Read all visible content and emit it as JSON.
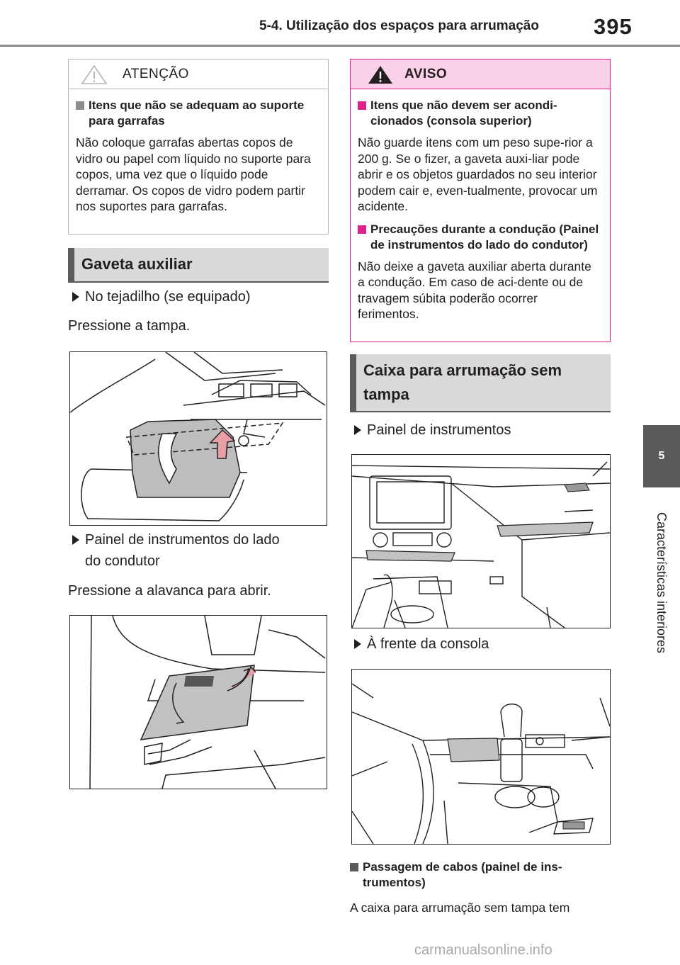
{
  "header": {
    "title": "5-4. Utilização dos espaços para arrumação",
    "page": "395"
  },
  "side_tab": {
    "number": "5",
    "label": "Características interiores"
  },
  "attention": {
    "label": "ATENÇÃO",
    "title": "Itens que não se adequam ao suporte para garrafas",
    "text": "Não coloque garrafas abertas copos de vidro ou papel com líquido no suporte para copos, uma vez que o líquido pode derramar. Os copos de vidro podem partir nos suportes para garrafas."
  },
  "aviso": {
    "label": "AVISO",
    "items": [
      {
        "title": "Itens que não devem ser acondi-cionados (consola superior)",
        "text": "Não guarde itens com um peso supe-rior a 200 g. Se o fizer, a gaveta auxi-liar pode abrir e os objetos guardados no seu interior podem cair e, even-tualmente, provocar um acidente."
      },
      {
        "title": "Precauções durante a condução (Painel de instrumentos do lado do condutor)",
        "text": "Não deixe a gaveta auxiliar aberta durante a condução. Em caso de aci-dente ou de travagem súbita poderão ocorrer ferimentos."
      }
    ]
  },
  "left": {
    "section": "Gaveta auxiliar",
    "bullet1": "No tejadilho (se equipado)",
    "para1": "Pressione a tampa.",
    "bullet2_line1": "Painel de instrumentos do lado",
    "bullet2_line2": "do condutor",
    "para2": "Pressione a alavanca para abrir."
  },
  "right": {
    "section_line1": "Caixa para arrumação sem",
    "section_line2": "tampa",
    "bullet1": "Painel de instrumentos",
    "bullet2": "À frente da consola",
    "subhead": "Passagem de cabos (painel de ins-trumentos)",
    "para": "A caixa para arrumação sem tampa tem"
  },
  "footer": {
    "watermark": "carmanualsonline.info"
  },
  "colors": {
    "aviso_accent": "#e0218a",
    "aviso_bg": "#fbd0e9",
    "section_bg": "#d9d9d9",
    "tab_bg": "#5a5a5a"
  }
}
